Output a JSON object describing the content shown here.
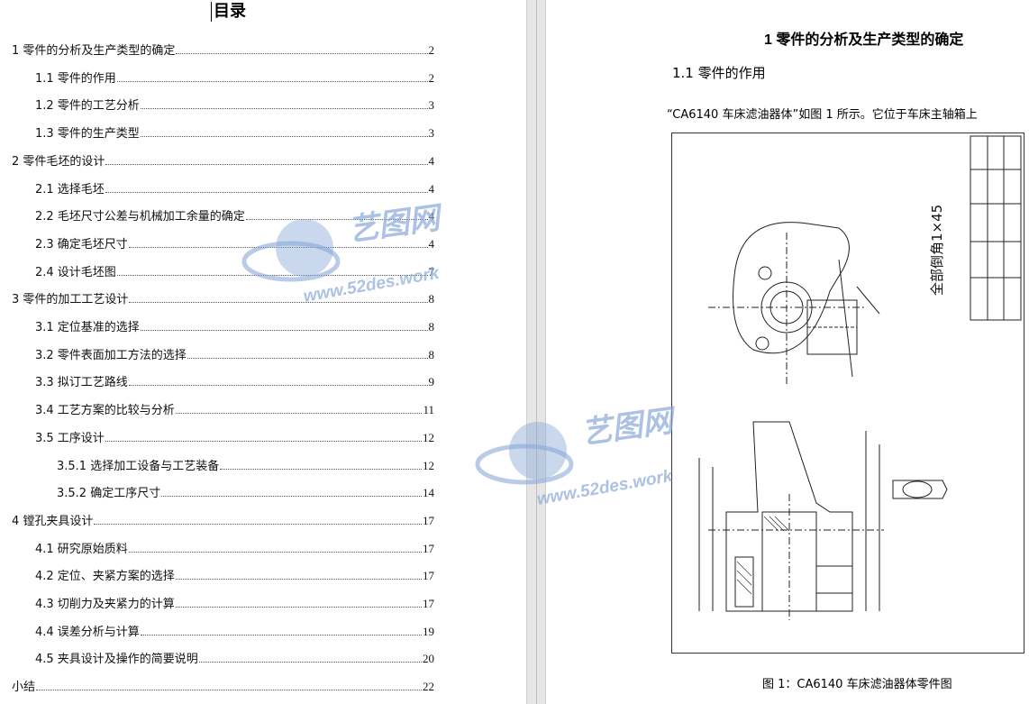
{
  "left_page": {
    "title": "目录",
    "toc": [
      {
        "label": "1 零件的分析及生产类型的确定",
        "page": "2",
        "level": 1
      },
      {
        "label": "1.1 零件的作用",
        "page": "2",
        "level": 2
      },
      {
        "label": "1.2 零件的工艺分析",
        "page": "3",
        "level": 2
      },
      {
        "label": "1.3 零件的生产类型",
        "page": "3",
        "level": 2
      },
      {
        "label": "2 零件毛坯的设计",
        "page": "4",
        "level": 1
      },
      {
        "label": "2.1 选择毛坯",
        "page": "4",
        "level": 2
      },
      {
        "label": "2.2 毛坯尺寸公差与机械加工余量的确定",
        "page": "4",
        "level": 2
      },
      {
        "label": "2.3 确定毛坯尺寸",
        "page": "4",
        "level": 2
      },
      {
        "label": "2.4 设计毛坯图",
        "page": "7",
        "level": 2
      },
      {
        "label": "3 零件的加工工艺设计",
        "page": "8",
        "level": 1
      },
      {
        "label": "3.1 定位基准的选择",
        "page": "8",
        "level": 2
      },
      {
        "label": "3.2 零件表面加工方法的选择",
        "page": "8",
        "level": 2
      },
      {
        "label": "3.3 拟订工艺路线",
        "page": "9",
        "level": 2
      },
      {
        "label": "3.4 工艺方案的比较与分析",
        "page": "11",
        "level": 2
      },
      {
        "label": "3.5 工序设计",
        "page": "12",
        "level": 2
      },
      {
        "label": "3.5.1 选择加工设备与工艺装备",
        "page": "12",
        "level": 3
      },
      {
        "label": "3.5.2 确定工序尺寸",
        "page": "14",
        "level": 3
      },
      {
        "label": "4 镗孔夹具设计",
        "page": "17",
        "level": 1
      },
      {
        "label": "4.1 研究原始质料",
        "page": "17",
        "level": 2
      },
      {
        "label": "4.2 定位、夹紧方案的选择",
        "page": "17",
        "level": 2
      },
      {
        "label": "4.3 切削力及夹紧力的计算",
        "page": "17",
        "level": 2
      },
      {
        "label": "4.4 误差分析与计算",
        "page": "19",
        "level": 2
      },
      {
        "label": "4.5 夹具设计及操作的简要说明",
        "page": "20",
        "level": 2
      },
      {
        "label": "小结",
        "page": "22",
        "level": 1
      }
    ]
  },
  "right_page": {
    "heading1": "1 零件的分析及生产类型的确定",
    "heading2": "1.1 零件的作用",
    "paragraph": "“CA6140 车床滤油器体”如图 1 所示。它位于车床主轴箱上",
    "caption": "图 1：CA6140 车床滤油器体零件图",
    "drawing_note": "全部倒角1×45"
  },
  "watermark": {
    "brand": "艺图网",
    "url": "www.52des.work",
    "color": "#8aa8d8"
  }
}
